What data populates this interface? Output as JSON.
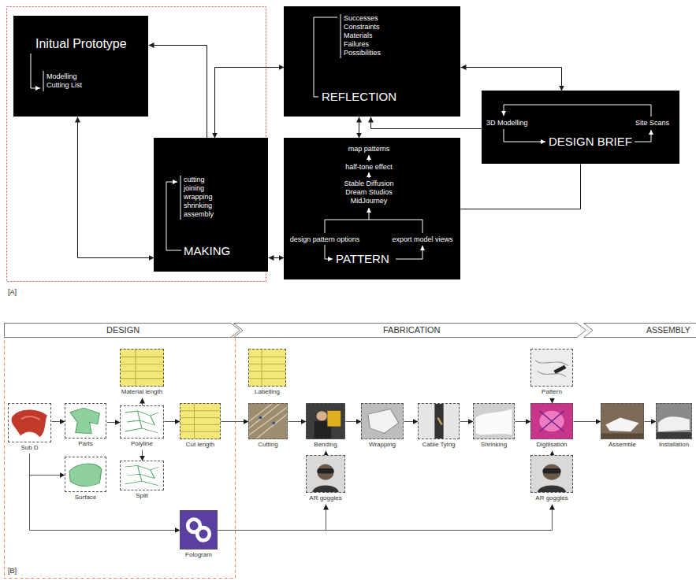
{
  "diagram": {
    "nodes": [
      {
        "text": [
          "Initual Prototype",
          "Modelling",
          "Cutting List"
        ]
      },
      {
        "text": [
          "Successes",
          "Constraints",
          "Materials",
          "Failures",
          "Possibilities",
          "REFLECTION"
        ]
      },
      {
        "text": [
          "3D Modelling",
          "Site Scans",
          "DESIGN BRIEF"
        ]
      },
      {
        "text": [
          "cutting",
          "joining",
          "wrapping",
          "shrinking",
          "assembly",
          "MAKING"
        ]
      },
      {
        "text": [
          "map patterns",
          "half-tone effect",
          "Stable Diffusion",
          "Dream Studios",
          "MidJourney",
          "design pattern options",
          "export model views",
          "PATTERN"
        ]
      },
      {
        "text": [
          "DESIGN"
        ]
      },
      {
        "text": [
          "FABRICATION"
        ]
      },
      {
        "text": [
          "ASSEMBLY"
        ]
      },
      {
        "text": [
          "Sub D"
        ]
      },
      {
        "text": [
          "Parts"
        ]
      },
      {
        "text": [
          "Surface"
        ]
      },
      {
        "text": [
          "Material length"
        ]
      },
      {
        "text": [
          "Polyline"
        ]
      },
      {
        "text": [
          "Split"
        ]
      },
      {
        "text": [
          "Cut length"
        ]
      },
      {
        "text": [
          "Fologram"
        ]
      },
      {
        "text": [
          "Labelling"
        ]
      },
      {
        "text": [
          "Cutting"
        ]
      },
      {
        "text": [
          "Bending"
        ]
      },
      {
        "text": [
          "AR goggles"
        ]
      },
      {
        "text": [
          "Wrapping"
        ]
      },
      {
        "text": [
          "Cable Tying"
        ]
      },
      {
        "text": [
          "Shrinking"
        ]
      },
      {
        "text": [
          "Pattern"
        ]
      },
      {
        "text": [
          "Digitisation"
        ]
      },
      {
        "text": [
          "AR goggles"
        ]
      },
      {
        "text": [
          "Assemble"
        ]
      },
      {
        "text": [
          "Installation"
        ]
      }
    ],
    "edges": [
      {
        "from": 3,
        "to": 0,
        "arrow": "to"
      },
      {
        "from": 3,
        "to": 1,
        "arrow": "both"
      },
      {
        "from": 0,
        "to": 3,
        "arrow": "both"
      },
      {
        "from": 3,
        "to": 4,
        "arrow": "both"
      },
      {
        "from": 1,
        "to": 4,
        "arrow": "both"
      },
      {
        "from": 1,
        "to": 2,
        "arrow": "both"
      },
      {
        "from": 4,
        "to": 2,
        "arrow": "none"
      },
      {
        "from": 2,
        "to": 1,
        "arrow": "to"
      },
      {
        "from": 8,
        "to": 9,
        "arrow": "to"
      },
      {
        "from": 8,
        "to": 10,
        "arrow": "to"
      },
      {
        "from": 8,
        "to": 15,
        "arrow": "to"
      },
      {
        "from": 9,
        "to": 12,
        "arrow": "to"
      },
      {
        "from": 12,
        "to": 11,
        "arrow": "to"
      },
      {
        "from": 12,
        "to": 13,
        "arrow": "to"
      },
      {
        "from": 12,
        "to": 14,
        "arrow": "to"
      },
      {
        "from": 14,
        "to": 17,
        "arrow": "to"
      },
      {
        "from": 17,
        "to": 18,
        "arrow": "to"
      },
      {
        "from": 19,
        "to": 18,
        "arrow": "to"
      },
      {
        "from": 18,
        "to": 20,
        "arrow": "to"
      },
      {
        "from": 20,
        "to": 21,
        "arrow": "to"
      },
      {
        "from": 21,
        "to": 22,
        "arrow": "to"
      },
      {
        "from": 22,
        "to": 24,
        "arrow": "to"
      },
      {
        "from": 23,
        "to": 24,
        "arrow": "to"
      },
      {
        "from": 25,
        "to": 24,
        "arrow": "to"
      },
      {
        "from": 24,
        "to": 26,
        "arrow": "to"
      },
      {
        "from": 26,
        "to": 27,
        "arrow": "to"
      },
      {
        "from": 15,
        "to": 19,
        "arrow": "to"
      },
      {
        "from": 15,
        "to": 25,
        "arrow": "to"
      }
    ],
    "labels": [
      "[A]",
      "[B]"
    ]
  }
}
